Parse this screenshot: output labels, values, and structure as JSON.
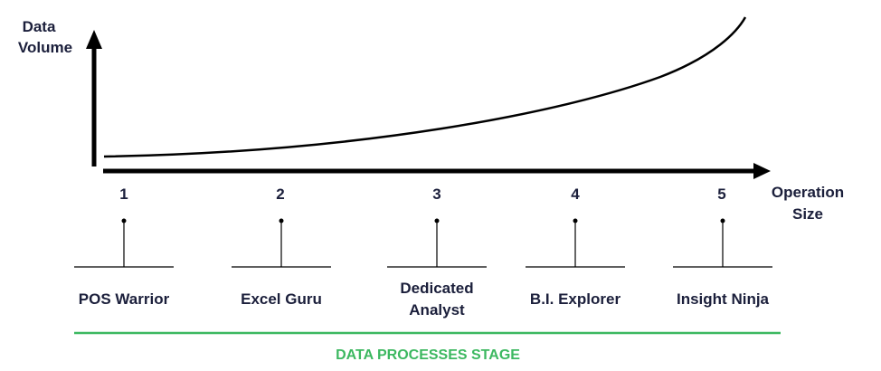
{
  "y_axis": {
    "label_lines": [
      "Data",
      "Volume"
    ]
  },
  "x_axis": {
    "label_lines": [
      "Operation",
      "Size"
    ]
  },
  "stages": [
    {
      "number": "1",
      "name_lines": [
        "POS Warrior"
      ]
    },
    {
      "number": "2",
      "name_lines": [
        "Excel Guru"
      ]
    },
    {
      "number": "3",
      "name_lines": [
        "Dedicated",
        "Analyst"
      ]
    },
    {
      "number": "4",
      "name_lines": [
        "B.I. Explorer"
      ]
    },
    {
      "number": "5",
      "name_lines": [
        "Insight Ninja"
      ]
    }
  ],
  "footer": {
    "label": "DATA PROCESSES STAGE"
  },
  "colors": {
    "text": "#1b1f3b",
    "axis": "#000000",
    "accent": "#3cb860"
  }
}
